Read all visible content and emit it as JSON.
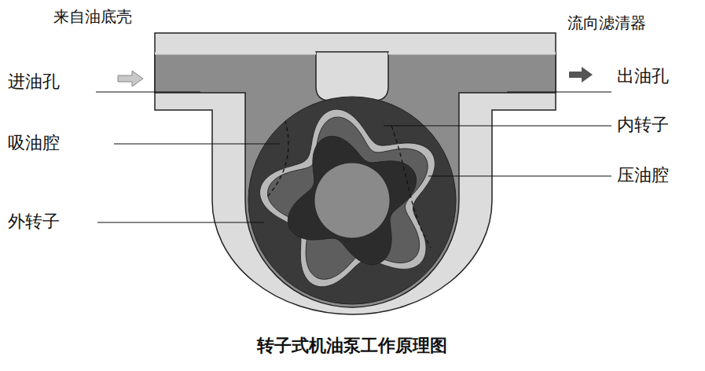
{
  "diagram": {
    "caption": "转子式机油泵工作原理图",
    "labels": [
      "来自油底壳",
      "流向滤清器",
      "进油孔",
      "出油孔",
      "吸油腔",
      "内转子",
      "压油腔",
      "外转子"
    ]
  }
}
